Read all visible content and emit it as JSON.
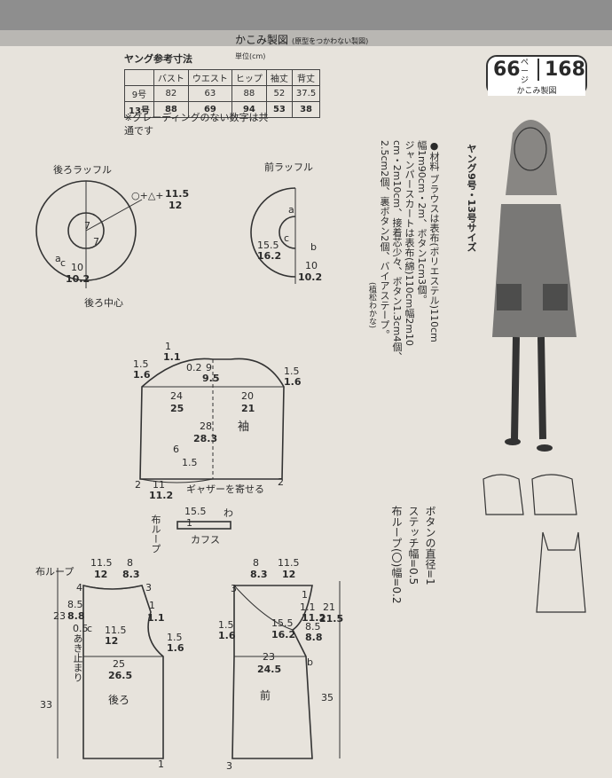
{
  "header": {
    "title": "かこみ製図",
    "subtitle": "(原型をつかわない製図)"
  },
  "badge": {
    "page_a": "66",
    "pj": "ページ",
    "page_b": "168",
    "label": "かこみ製図"
  },
  "size_table": {
    "title": "ヤング参考寸法",
    "unit": "単位(cm)",
    "headers": [
      "",
      "バスト",
      "ウエスト",
      "ヒップ",
      "袖丈",
      "背丈"
    ],
    "rows": [
      [
        "9号",
        "82",
        "63",
        "88",
        "52",
        "37.5"
      ],
      [
        "13号",
        "88",
        "69",
        "94",
        "53",
        "38"
      ]
    ]
  },
  "note": "※グレーディングのない数字は共通です",
  "model_label": "ヤング9号・13号サイズ",
  "materials": [
    "●材料 ブラウスは表布(ポリエステル)110cm",
    "幅1m90cm・2m、ボタン1cm3個。",
    "ジャンパースカートは表布(綿)110cm幅2m10",
    "cm・2m10cm、接着芯少々、ボタン1.3cm4個、",
    "2.5cm2個、裏ボタン2個、バイアステープ。",
    "(植松わかな)"
  ],
  "back_ruffle": {
    "title": "後ろラッフル",
    "center": "後ろ中心"
  },
  "front_ruffle": {
    "title": "前ラッフル"
  },
  "sleeve": {
    "label": "袖",
    "gather": "ギャザーを寄せる"
  },
  "cuff": {
    "label": "カフス",
    "loop": "布ループ"
  },
  "back_body": {
    "label": "後ろ",
    "opening": "あき止まり",
    "loop": "布ループ"
  },
  "front_body": {
    "label": "前"
  },
  "button_note": [
    "ボタンの直径=1",
    "ステッチ幅=0.5",
    "布ループ(〇)幅=0.2"
  ],
  "nums": {
    "br_115": "11.5",
    "br_12": "12",
    "br_7a": "7",
    "br_7b": "7",
    "br_10": "10",
    "br_102": "10.2",
    "br_a": "a",
    "br_c": "c",
    "br_plus": "○+△+",
    "fr_a": "a",
    "fr_c": "c",
    "fr_b": "b",
    "fr_155": "15.5",
    "fr_162": "16.2",
    "fr_10": "10",
    "fr_102": "10.2",
    "s_1": "1",
    "s_11": "1.1",
    "s_02": "0.2",
    "s_9": "9",
    "s_95": "9.5",
    "s_15a": "1.5",
    "s_16a": "1.6",
    "s_15b": "1.5",
    "s_16b": "1.6",
    "s_24": "24",
    "s_25": "25",
    "s_20": "20",
    "s_21": "21",
    "s_28": "28",
    "s_283": "28.3",
    "s_6": "6",
    "s_15c": "1.5",
    "s_2a": "2",
    "s_11b": "11",
    "s_112": "11.2",
    "s_2b": "2",
    "c_155": "15.5",
    "c_wa": "わ",
    "c_1": "1",
    "b_115": "11.5",
    "b_12": "12",
    "b_8": "8",
    "b_83": "8.3",
    "b_4": "4",
    "b_3": "3",
    "b_85": "8.5",
    "b_88": "8.8",
    "b_23": "23",
    "b_05": "0.5",
    "b_c": "c",
    "b_115b": "11.5",
    "b_12b": "12",
    "b_1": "1",
    "b_11": "1.1",
    "b_15": "1.5",
    "b_16": "1.6",
    "b_25": "25",
    "b_265": "26.5",
    "b_33": "33",
    "b_1b": "1",
    "f_8": "8",
    "f_83": "8.3",
    "f_115": "11.5",
    "f_12": "12",
    "f_3": "3",
    "f_1": "1",
    "f_11": "1.1",
    "f_112": "11.2",
    "f_21": "21",
    "f_215": "21.5",
    "f_155": "15.5",
    "f_162": "16.2",
    "f_85": "8.5",
    "f_88": "8.8",
    "f_15": "1.5",
    "f_16": "1.6",
    "f_23": "23",
    "f_245": "24.5",
    "f_b": "b",
    "f_35": "35",
    "f_3b": "3"
  }
}
